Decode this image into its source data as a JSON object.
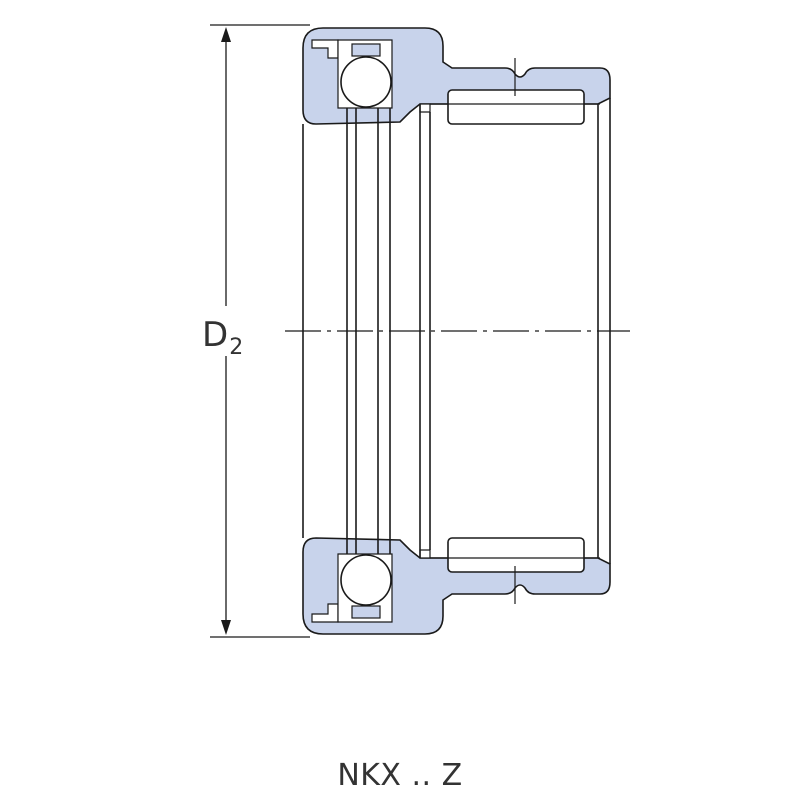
{
  "dimension": {
    "symbol": "D",
    "subscript": "2"
  },
  "caption": "NKX .. Z",
  "colors": {
    "fill": "#c8d3eb",
    "stroke": "#1a1a1a",
    "background": "#ffffff"
  }
}
